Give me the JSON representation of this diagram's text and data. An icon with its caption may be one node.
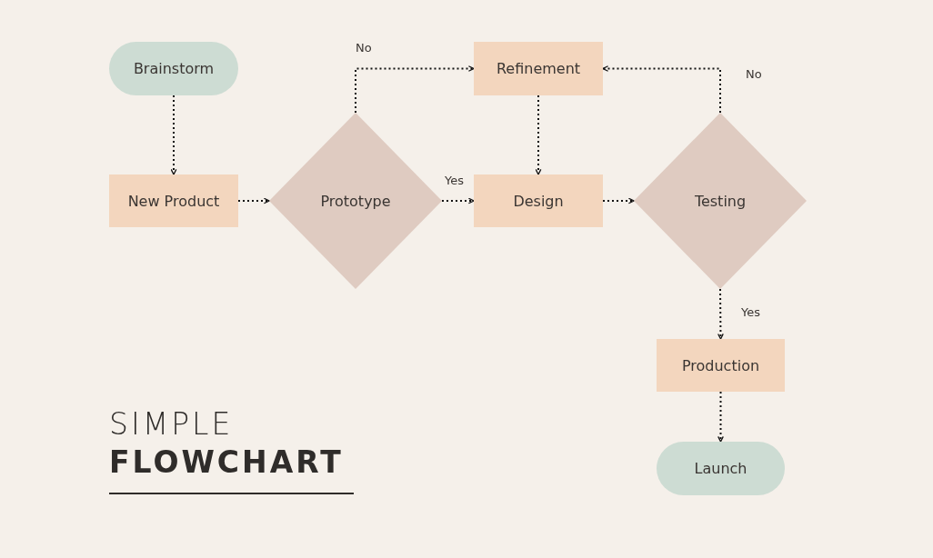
{
  "diagram": {
    "title": "SIMPLE **FLOWCHART**",
    "nodes": [
      {
        "text": [
          "Brainstorm"
        ]
      },
      {
        "text": [
          "New Product"
        ]
      },
      {
        "text": [
          "Prototype"
        ]
      },
      {
        "text": [
          "Refinement"
        ]
      },
      {
        "text": [
          "Design"
        ]
      },
      {
        "text": [
          "Testing"
        ]
      },
      {
        "text": [
          "Production"
        ]
      },
      {
        "text": [
          "Launch"
        ]
      }
    ],
    "edges": [
      {
        "from": 0,
        "to": 1,
        "arrow": "to"
      },
      {
        "from": 1,
        "to": 2,
        "arrow": "to"
      },
      {
        "from": 2,
        "to": 3,
        "arrow": "to",
        "label": "No"
      },
      {
        "from": 2,
        "to": 4,
        "arrow": "to",
        "label": "Yes"
      },
      {
        "from": 3,
        "to": 4,
        "arrow": "to"
      },
      {
        "from": 4,
        "to": 5,
        "arrow": "to"
      },
      {
        "from": 5,
        "to": 3,
        "arrow": "to",
        "label": "No"
      },
      {
        "from": 5,
        "to": 6,
        "arrow": "to",
        "label": "Yes"
      },
      {
        "from": 6,
        "to": 7,
        "arrow": "to"
      }
    ]
  }
}
